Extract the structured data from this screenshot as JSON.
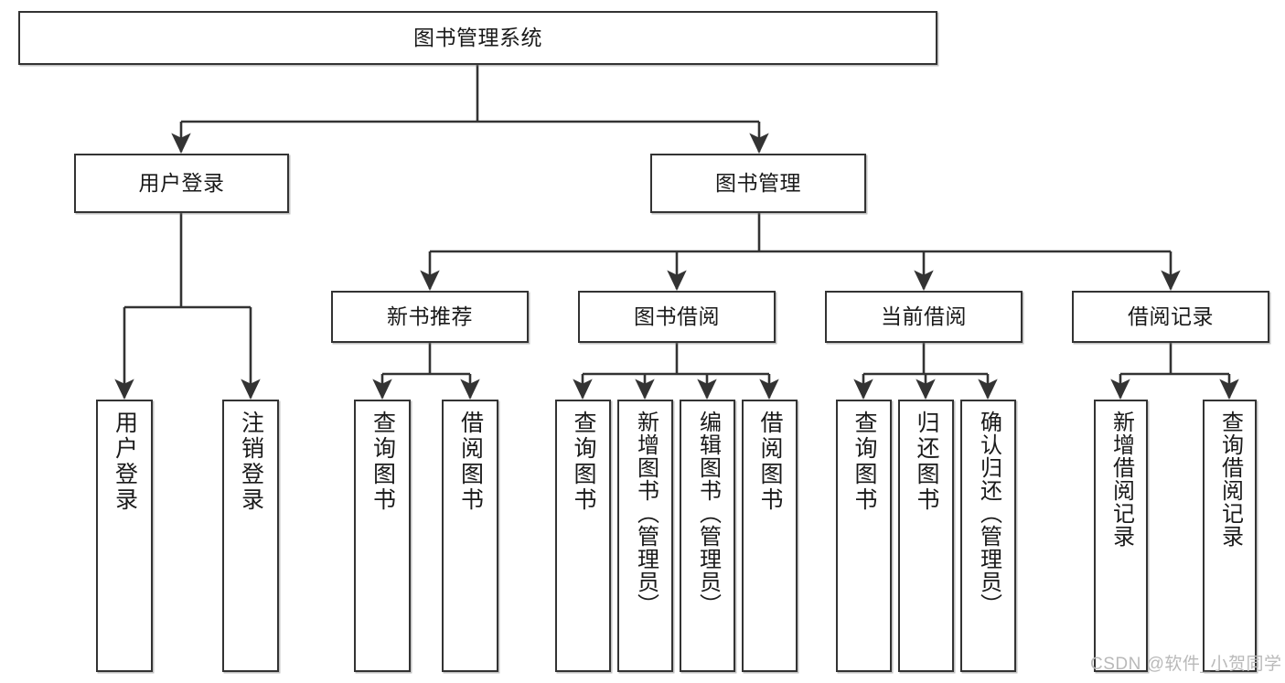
{
  "diagram": {
    "type": "tree-hierarchy-chart",
    "title": "图书管理系统",
    "colors": {
      "box_stroke": "#333333",
      "box_fill": "#ffffff",
      "edge": "#333333",
      "text": "#1a1a1a",
      "watermark": "#b9b9b9",
      "background": "#ffffff"
    },
    "watermark": "CSDN @软件_小贺同学",
    "nodes": {
      "root": {
        "label": "图书管理系统"
      },
      "level1": [
        {
          "id": "user-login",
          "label": "用户登录"
        },
        {
          "id": "book-manage",
          "label": "图书管理"
        }
      ],
      "level2": [
        {
          "id": "new-book-recommend",
          "label": "新书推荐"
        },
        {
          "id": "book-borrow",
          "label": "图书借阅"
        },
        {
          "id": "current-borrow",
          "label": "当前借阅"
        },
        {
          "id": "borrow-record",
          "label": "借阅记录"
        }
      ],
      "leaves": {
        "user-login": [
          {
            "id": "leaf-user-login",
            "label": "用户登录"
          },
          {
            "id": "leaf-logout",
            "label": "注销登录"
          }
        ],
        "new-book-recommend": [
          {
            "id": "leaf-query-book-1",
            "label": "查询图书"
          },
          {
            "id": "leaf-borrow-book-1",
            "label": "借阅图书"
          }
        ],
        "book-borrow": [
          {
            "id": "leaf-query-book-2",
            "label": "查询图书"
          },
          {
            "id": "leaf-add-book",
            "label": "新增图书（管理员）"
          },
          {
            "id": "leaf-edit-book",
            "label": "编辑图书（管理员）"
          },
          {
            "id": "leaf-borrow-book-2",
            "label": "借阅图书"
          }
        ],
        "current-borrow": [
          {
            "id": "leaf-query-book-3",
            "label": "查询图书"
          },
          {
            "id": "leaf-return-book",
            "label": "归还图书"
          },
          {
            "id": "leaf-confirm-return",
            "label": "确认归还（管理员）"
          }
        ],
        "borrow-record": [
          {
            "id": "leaf-add-record",
            "label": "新增借阅记录"
          },
          {
            "id": "leaf-query-record",
            "label": "查询借阅记录"
          }
        ]
      }
    }
  }
}
